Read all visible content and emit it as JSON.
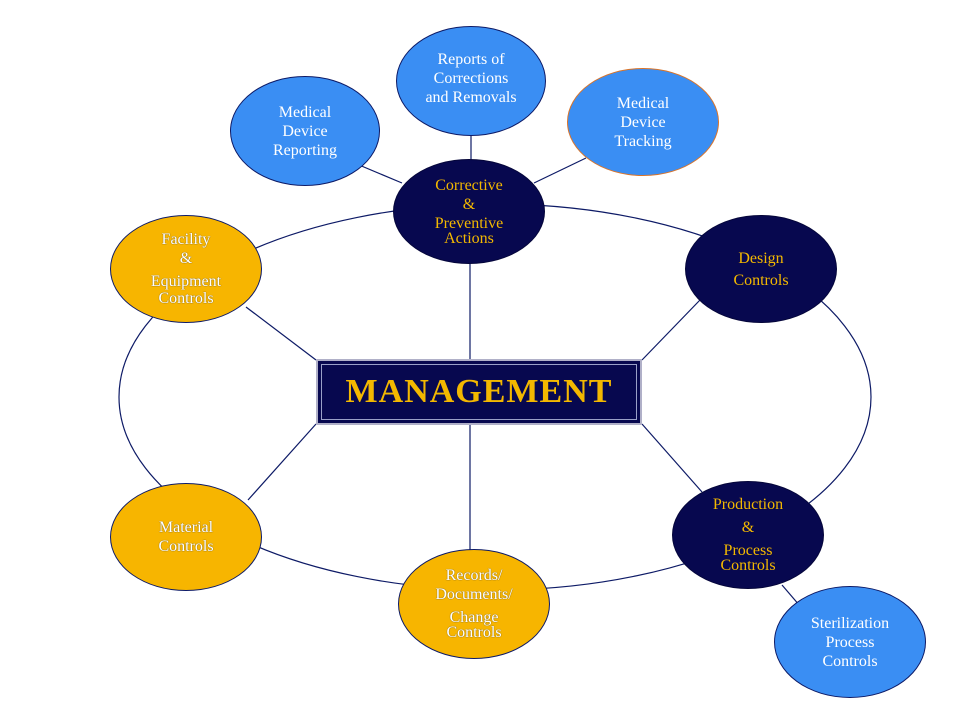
{
  "center": {
    "label": "MANAGEMENT"
  },
  "nodes": {
    "corrective": [
      "Corrective",
      "&",
      "Preventive",
      "Actions"
    ],
    "reports": [
      "Reports of",
      "Corrections",
      "and Removals"
    ],
    "mdr": [
      "Medical",
      "Device",
      "Reporting"
    ],
    "tracking": [
      "Medical",
      "Device",
      "Tracking"
    ],
    "design": [
      "Design",
      "Controls"
    ],
    "facility": [
      "Facility",
      "&",
      "Equipment",
      "Controls"
    ],
    "material": [
      "Material",
      "Controls"
    ],
    "records": [
      "Records/",
      "Documents/",
      "Change",
      "Controls"
    ],
    "production": [
      "Production",
      "&",
      "Process",
      "Controls"
    ],
    "sterilization": [
      "Sterilization",
      "Process",
      "Controls"
    ]
  },
  "colors": {
    "navy": "#07084f",
    "blue": "#3a8ef3",
    "gold": "#f7b500",
    "gold_text": "#f3b800"
  }
}
